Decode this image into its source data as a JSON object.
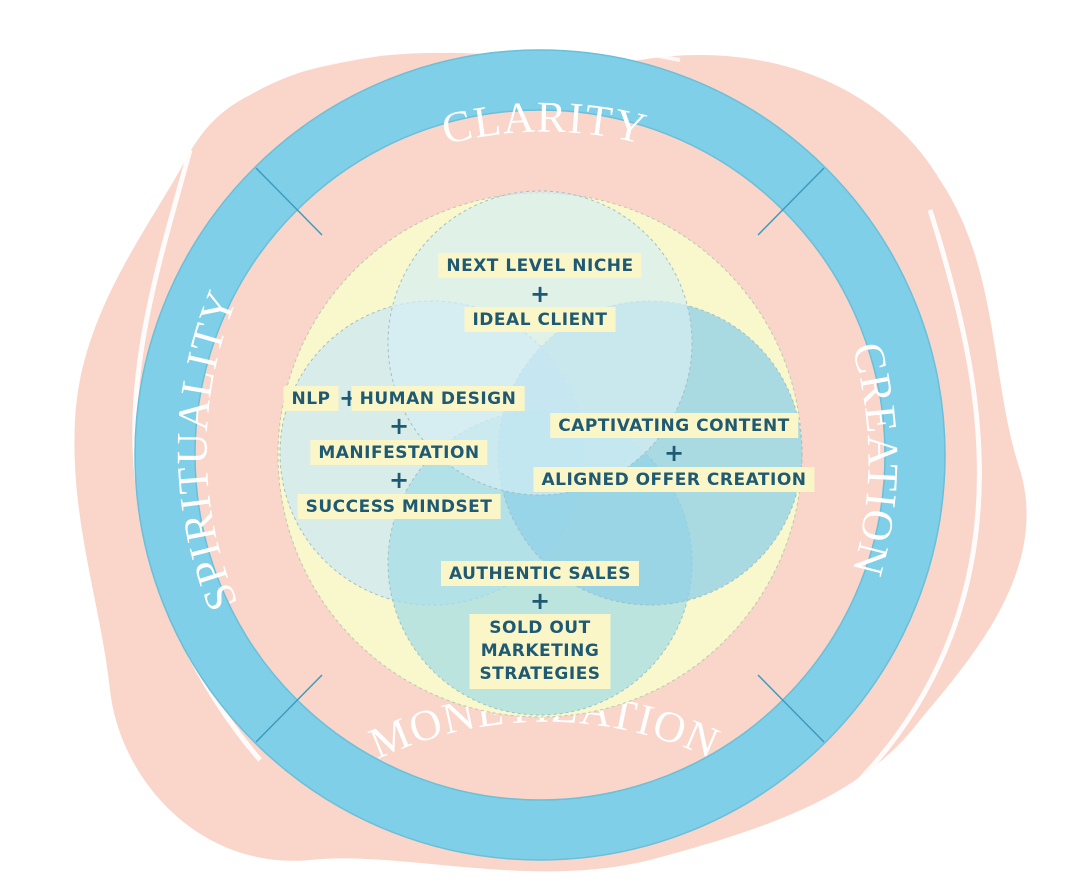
{
  "ring": {
    "top": "CLARITY",
    "right": "CREATION",
    "bottom": "MONETIZATION",
    "left": "SPIRITUALITY"
  },
  "circles": {
    "top": {
      "line1": "NEXT LEVEL NICHE",
      "plus": "+",
      "line2": "IDEAL CLIENT"
    },
    "left": {
      "nlp": "NLP",
      "plus1": "+",
      "human_design": "HUMAN DESIGN",
      "plus2": "+",
      "manifestation": "MANIFESTATION",
      "plus3": "+",
      "success_mindset": "SUCCESS MINDSET"
    },
    "right": {
      "line1": "CAPTIVATING CONTENT",
      "plus": "+",
      "line2": "ALIGNED OFFER CREATION"
    },
    "bottom": {
      "line1": "AUTHENTIC SALES",
      "plus": "+",
      "line2a": "SOLD OUT",
      "line2b": "MARKETING",
      "line2c": "STRATEGIES"
    }
  },
  "colors": {
    "ring": "#7fcfe8",
    "blob": "#f9d5ca",
    "inner_disc": "#f9f7cc",
    "circle_top": "#d6eef3",
    "circle_left": "#cfeaf0",
    "circle_right": "#8fd0e8",
    "circle_bottom": "#a5dde5",
    "label_bg": "#fbf6c8",
    "label_text": "#1f5a74"
  }
}
